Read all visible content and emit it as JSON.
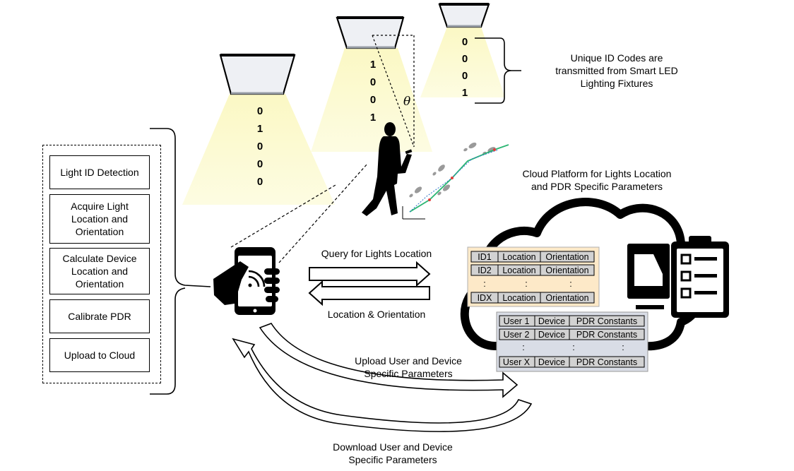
{
  "light_codes": {
    "left": [
      "0",
      "1",
      "0",
      "0",
      "0"
    ],
    "middle": [
      "1",
      "0",
      "0",
      "1"
    ],
    "right": [
      "0",
      "0",
      "0",
      "1"
    ]
  },
  "angle_symbol": "θ",
  "annotations": {
    "unique_id": [
      "Unique ID Codes are",
      "transmitted from Smart LED",
      "Lighting Fixtures"
    ],
    "cloud_title": [
      "Cloud Platform for Lights Location",
      "and PDR Specific Parameters"
    ],
    "query": "Query for Lights Location",
    "response": "Location & Orientation",
    "upload": [
      "Upload User and Device",
      "Specific Parameters"
    ],
    "download": [
      "Download User and Device",
      "Specific Parameters"
    ]
  },
  "steps": [
    [
      "Light ID Detection"
    ],
    [
      "Acquire Light",
      "Location and",
      "Orientation"
    ],
    [
      "Calculate Device",
      "Location and",
      "Orientation"
    ],
    [
      "Calibrate PDR"
    ],
    [
      "Upload to Cloud"
    ]
  ],
  "lights_table": {
    "rows": [
      [
        "ID1",
        "Location",
        "Orientation"
      ],
      [
        "ID2",
        "Location",
        "Orientation"
      ],
      [
        ":",
        ":",
        ":"
      ],
      [
        "IDX",
        "Location",
        "Orientation"
      ]
    ]
  },
  "users_table": {
    "rows": [
      [
        "User 1",
        "Device",
        "PDR Constants"
      ],
      [
        "User 2",
        "Device",
        "PDR Constants"
      ],
      [
        ":",
        ":",
        ":"
      ],
      [
        "User X",
        "Device",
        "PDR Constants"
      ]
    ]
  },
  "colors": {
    "light_beam": "#fbf8c4",
    "lamp_fill": "#eef0f4",
    "lights_table_bg": "#fde9c8",
    "users_table_bg": "#d9dde6",
    "cell_fill": "#d2d2d2",
    "pdr_green": "#2bb673",
    "pdr_blue": "#2f74c9",
    "pdr_red": "#e23b3b"
  }
}
